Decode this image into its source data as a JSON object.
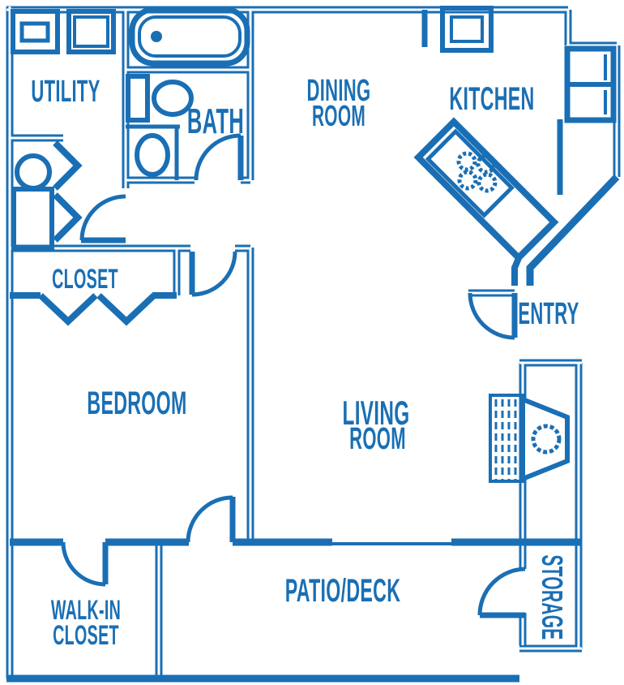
{
  "title": "Apartment floor plan",
  "colors": {
    "line": "#1A6FB4",
    "background": "#FFFFFF"
  },
  "rooms": {
    "utility": "UTILITY",
    "bath": "BATH",
    "dining_line1": "DINING",
    "dining_line2": "ROOM",
    "kitchen": "KITCHEN",
    "entry": "ENTRY",
    "closet": "CLOSET",
    "bedroom": "BEDROOM",
    "living_line1": "LIVING",
    "living_line2": "ROOM",
    "walkin_line1": "WALK-IN",
    "walkin_line2": "CLOSET",
    "patio": "PATIO/DECK",
    "storage": "STORAGE"
  },
  "fixtures": [
    "washer",
    "dryer",
    "bathtub",
    "toilet",
    "vanity-sink",
    "water-heater",
    "water-heater-bifold-doors",
    "closet-bifold-doors",
    "range-cooktop",
    "refrigerator",
    "pantry-cabinet",
    "fireplace",
    "sliding-glass-door"
  ]
}
